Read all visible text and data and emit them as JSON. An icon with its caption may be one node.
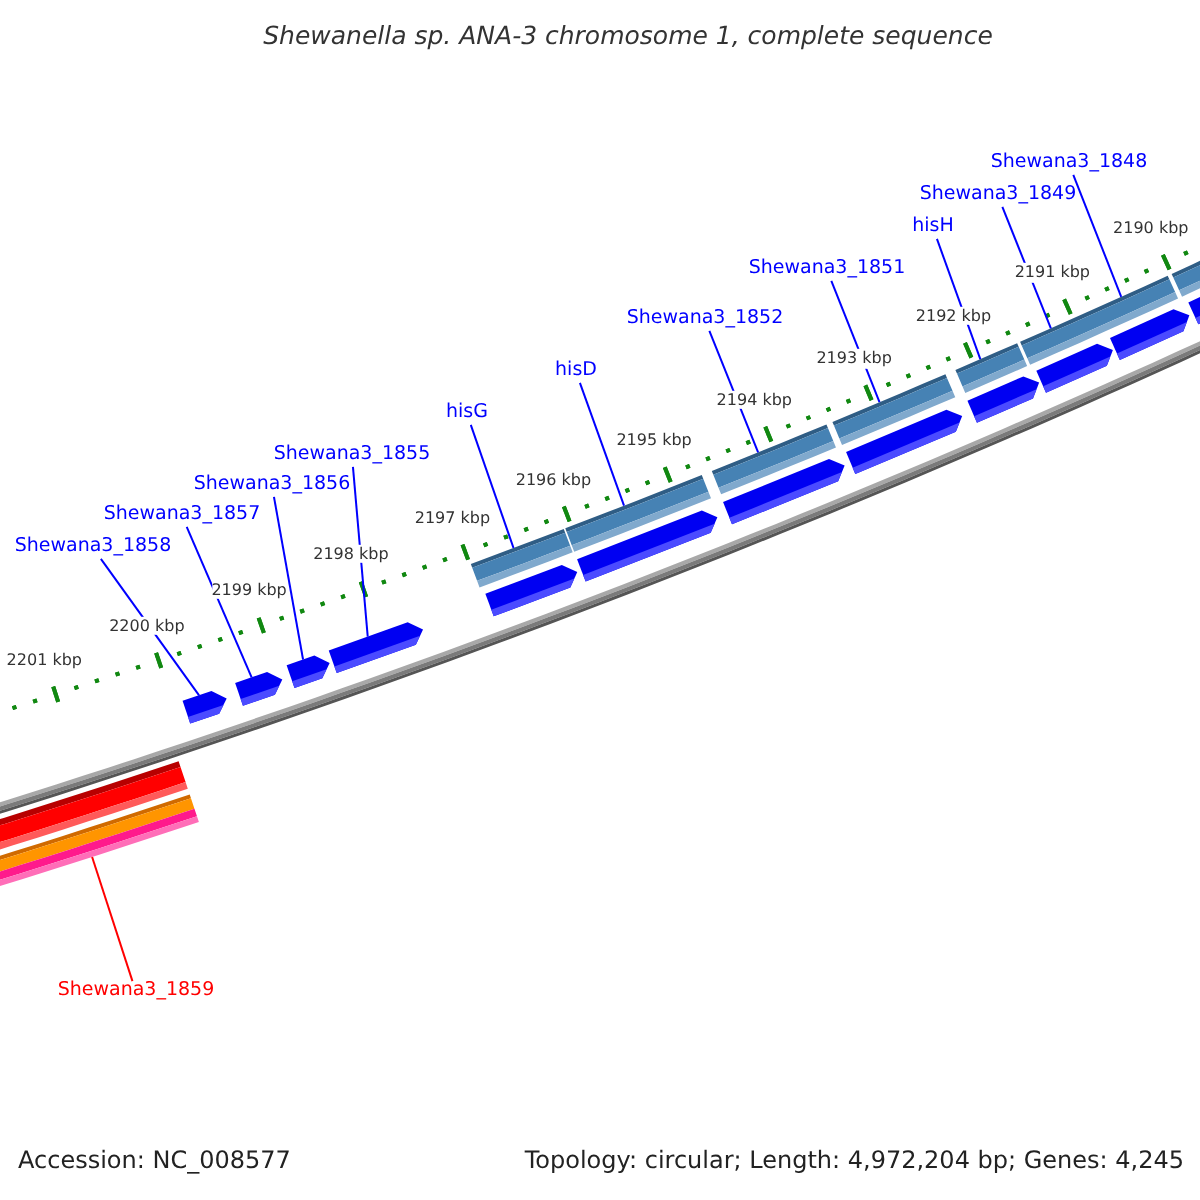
{
  "diagram": {
    "title": "Shewanella sp. ANA-3 chromosome 1, complete sequence",
    "nodes": [
      {
        "text": [
          "Shewana3_1848"
        ]
      },
      {
        "text": [
          "Shewana3_1849"
        ]
      },
      {
        "text": [
          "hisH"
        ]
      },
      {
        "text": [
          "Shewana3_1851"
        ]
      },
      {
        "text": [
          "Shewana3_1852"
        ]
      },
      {
        "text": [
          "hisD"
        ]
      },
      {
        "text": [
          "hisG"
        ]
      },
      {
        "text": [
          "Shewana3_1855"
        ]
      },
      {
        "text": [
          "Shewana3_1856"
        ]
      },
      {
        "text": [
          "Shewana3_1857"
        ]
      },
      {
        "text": [
          "Shewana3_1858"
        ]
      },
      {
        "text": [
          "Shewana3_1859"
        ]
      },
      {
        "text": [],
        "shape": "bar"
      },
      {
        "text": [],
        "shape": "bar"
      },
      {
        "text": [],
        "shape": "bar"
      },
      {
        "text": [],
        "shape": "bar"
      },
      {
        "text": [],
        "shape": "bar"
      },
      {
        "text": [],
        "shape": "bar"
      },
      {
        "text": [],
        "shape": "bar"
      },
      {
        "text": [],
        "shape": "pentagon"
      },
      {
        "text": [],
        "shape": "pentagon"
      },
      {
        "text": [],
        "shape": "pentagon"
      },
      {
        "text": [],
        "shape": "pentagon"
      },
      {
        "text": [],
        "shape": "pentagon"
      },
      {
        "text": [],
        "shape": "pentagon"
      },
      {
        "text": [],
        "shape": "pentagon"
      },
      {
        "text": [],
        "shape": "pentagon"
      },
      {
        "text": [],
        "shape": "pentagon"
      },
      {
        "text": [],
        "shape": "pentagon"
      },
      {
        "text": [],
        "shape": "pentagon"
      },
      {
        "text": [],
        "shape": "pentagon"
      },
      {
        "text": [],
        "shape": "bar"
      }
    ],
    "edges": [
      {
        "from": 0,
        "to": 17,
        "arrow": "none"
      },
      {
        "from": 1,
        "to": 17,
        "arrow": "none"
      },
      {
        "from": 2,
        "to": 16,
        "arrow": "none"
      },
      {
        "from": 3,
        "to": 15,
        "arrow": "none"
      },
      {
        "from": 4,
        "to": 14,
        "arrow": "none"
      },
      {
        "from": 5,
        "to": 13,
        "arrow": "none"
      },
      {
        "from": 6,
        "to": 12,
        "arrow": "none"
      },
      {
        "from": 7,
        "to": 22,
        "arrow": "none"
      },
      {
        "from": 8,
        "to": 21,
        "arrow": "none"
      },
      {
        "from": 9,
        "to": 20,
        "arrow": "none"
      },
      {
        "from": 10,
        "to": 19,
        "arrow": "none"
      },
      {
        "from": 11,
        "to": 31,
        "arrow": "none",
        "color": "#ff0000"
      }
    ],
    "labels": [
      "2190 kbp",
      "2191 kbp",
      "2192 kbp",
      "2193 kbp",
      "2194 kbp",
      "2195 kbp",
      "2196 kbp",
      "2197 kbp",
      "2198 kbp",
      "2199 kbp",
      "2200 kbp",
      "2201 kbp",
      "Accession: NC_008577",
      "Topology: circular; Length: 4,972,204 bp; Genes: 4,245"
    ]
  }
}
